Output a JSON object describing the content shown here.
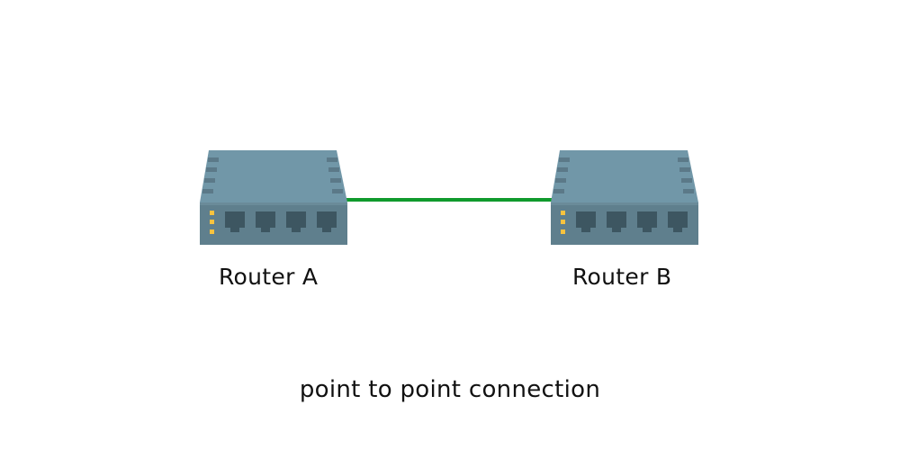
{
  "diagram": {
    "nodes": [
      {
        "id": "router-a",
        "label": "Router A",
        "icon": "network-switch-icon",
        "ports": 4,
        "status_leds": 3
      },
      {
        "id": "router-b",
        "label": "Router B",
        "icon": "network-switch-icon",
        "ports": 4,
        "status_leds": 3
      }
    ],
    "edges": [
      {
        "from": "router-a",
        "to": "router-b",
        "color": "#109a2d"
      }
    ],
    "caption": "point to point connection"
  },
  "colors": {
    "device_top": "#7197a8",
    "device_front": "#5f7f8d",
    "device_vents": "#5b7988",
    "port": "#3d5661",
    "led": "#f8c33f",
    "link": "#109a2d"
  }
}
